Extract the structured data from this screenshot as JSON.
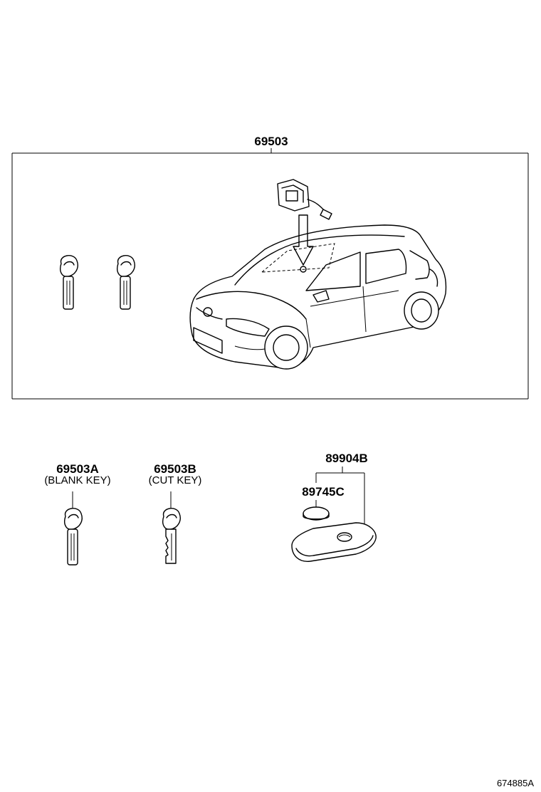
{
  "diagram": {
    "assembly_label": "69503",
    "parts": [
      {
        "number": "69503A",
        "note": "(BLANK KEY)"
      },
      {
        "number": "69503B",
        "note": "(CUT KEY)"
      },
      {
        "number": "89904B",
        "note": ""
      },
      {
        "number": "89745C",
        "note": ""
      }
    ],
    "figure_id": "674885A"
  }
}
